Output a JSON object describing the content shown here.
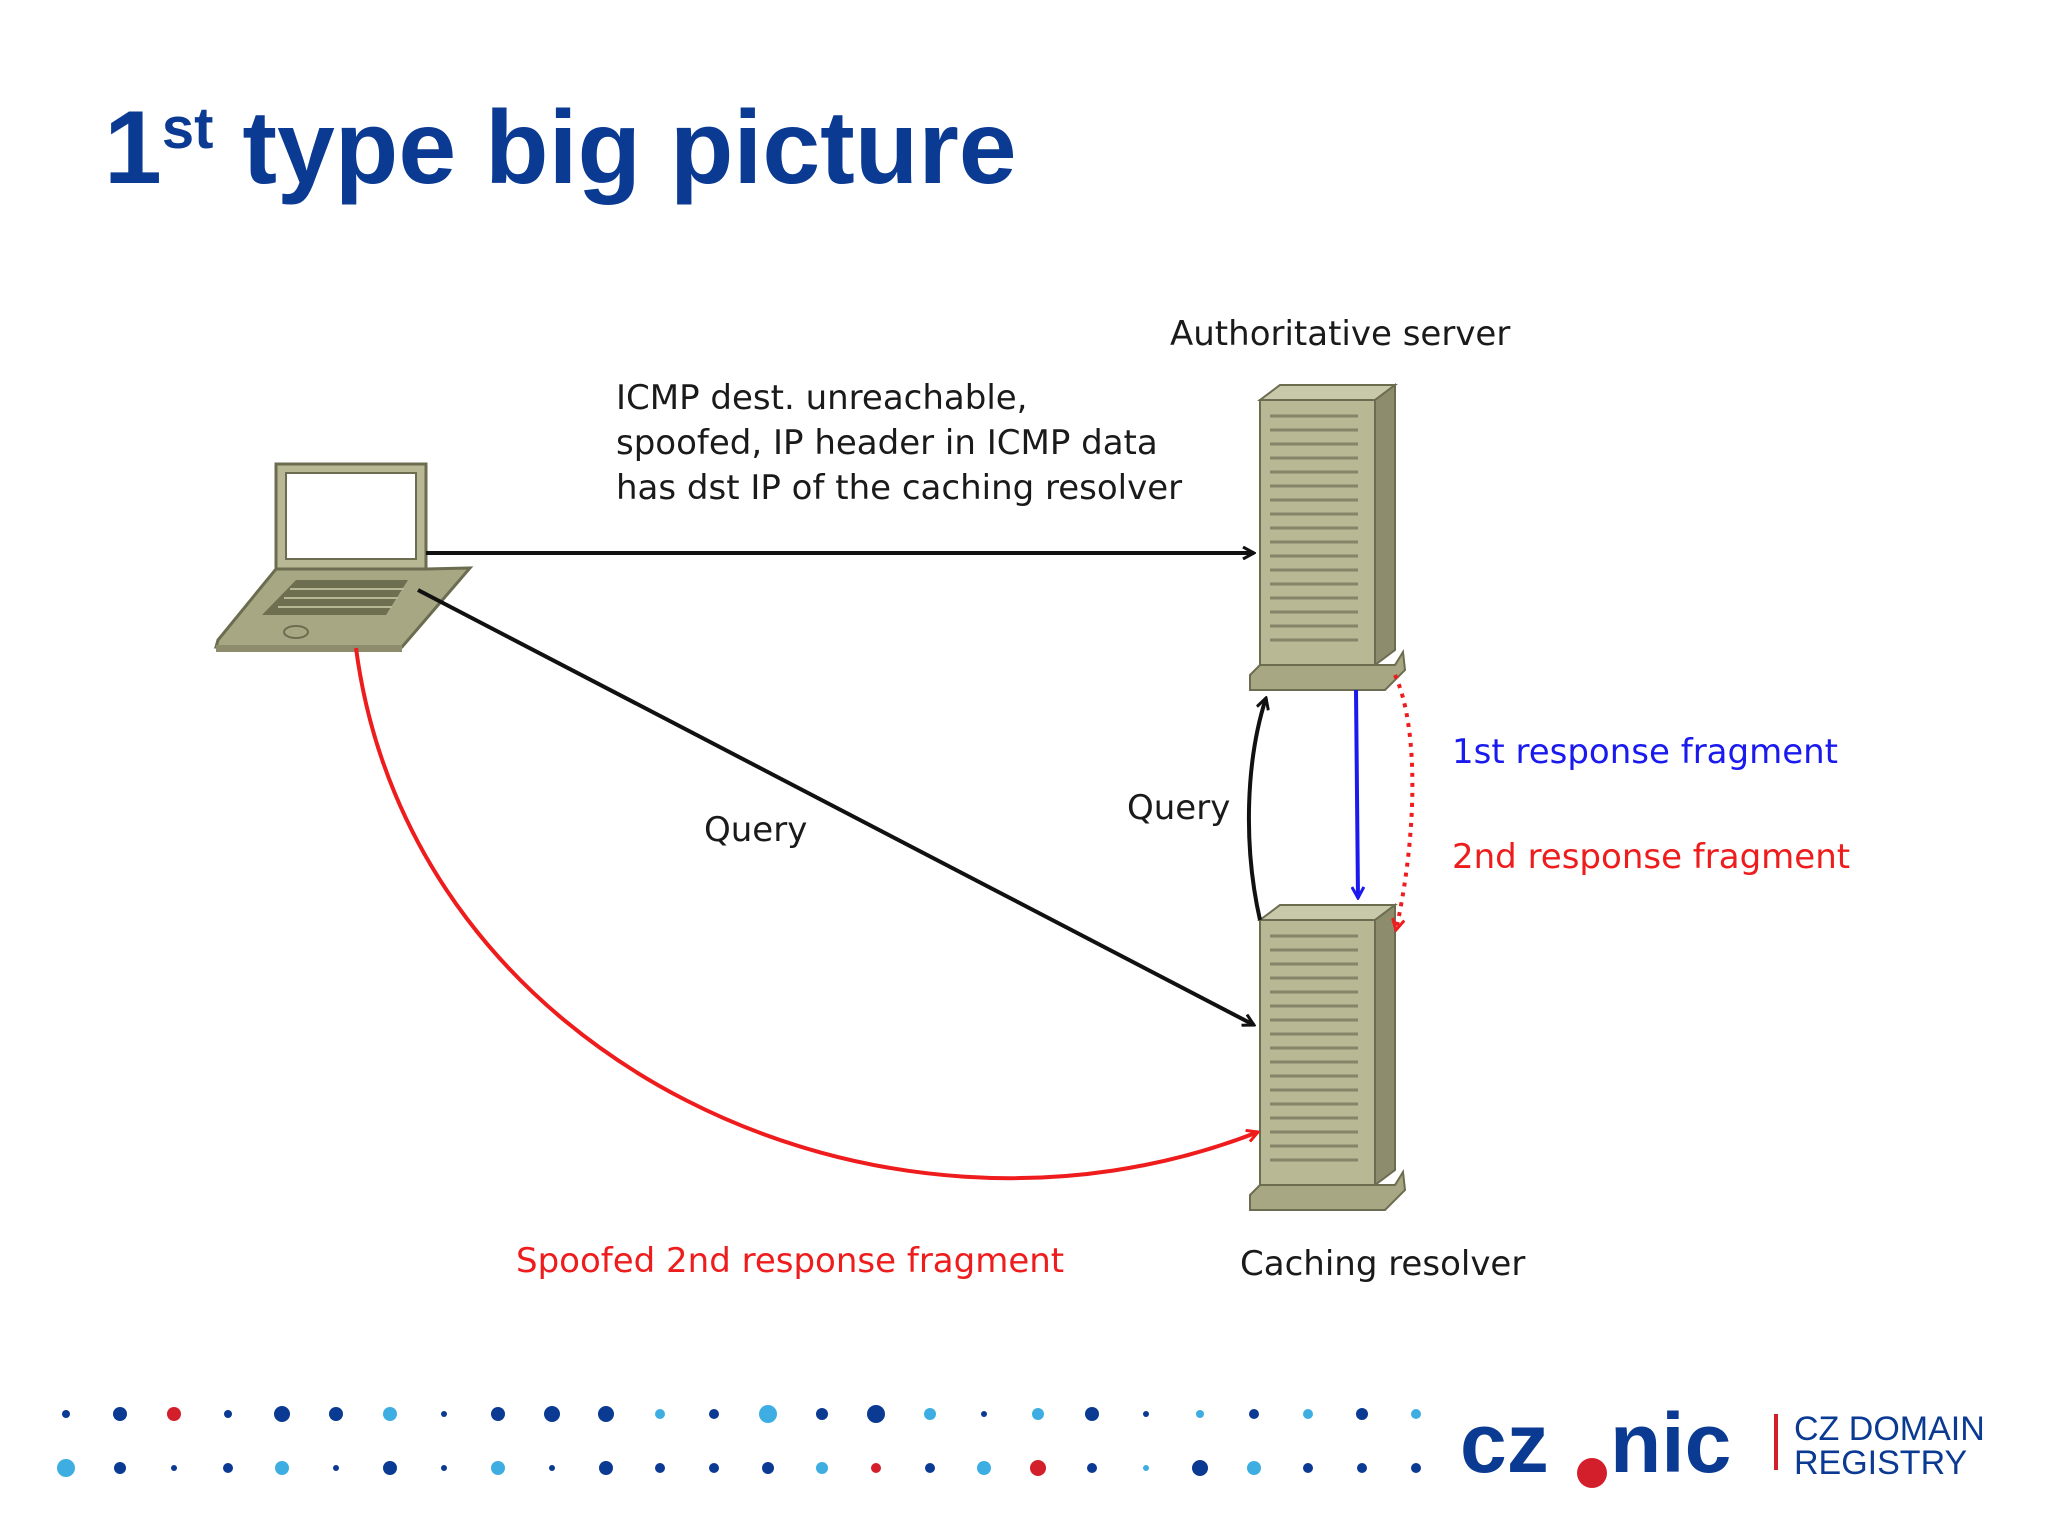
{
  "slide": {
    "title_main": "1",
    "title_sup": "st",
    "title_rest": " type big picture"
  },
  "diagram": {
    "labels": {
      "authoritative": "Authoritative server",
      "caching": "Caching resolver",
      "icmp_line1": "ICMP dest. unreachable,",
      "icmp_line2": "spoofed, IP header in ICMP data",
      "icmp_line3": "has dst IP of the caching resolver",
      "query_left": "Query",
      "query_right": "Query",
      "first_fragment": "1st response fragment",
      "second_fragment": "2nd response fragment",
      "spoofed_fragment": "Spoofed 2nd response fragment"
    },
    "colors": {
      "black": "#111111",
      "red": "#ee1c1c",
      "blue": "#1a1aee",
      "device": "#b8b894"
    }
  },
  "footer": {
    "logo_cz": "cz",
    "logo_nic": "nic",
    "logo_line1": "CZ DOMAIN",
    "logo_line2": "REGISTRY",
    "colors": {
      "navy": "#0b3a93",
      "light_blue": "#3eaee2",
      "red": "#d31f2b"
    }
  }
}
